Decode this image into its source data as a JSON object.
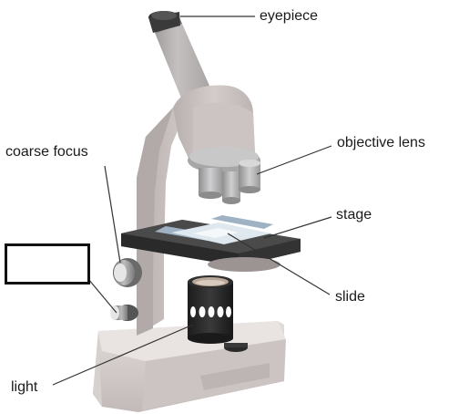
{
  "diagram": {
    "labels": {
      "eyepiece": "eyepiece",
      "objective_lens": "objective lens",
      "stage": "stage",
      "slide": "slide",
      "coarse_focus": "coarse focus",
      "light": "light"
    },
    "blank_label_box": ""
  }
}
